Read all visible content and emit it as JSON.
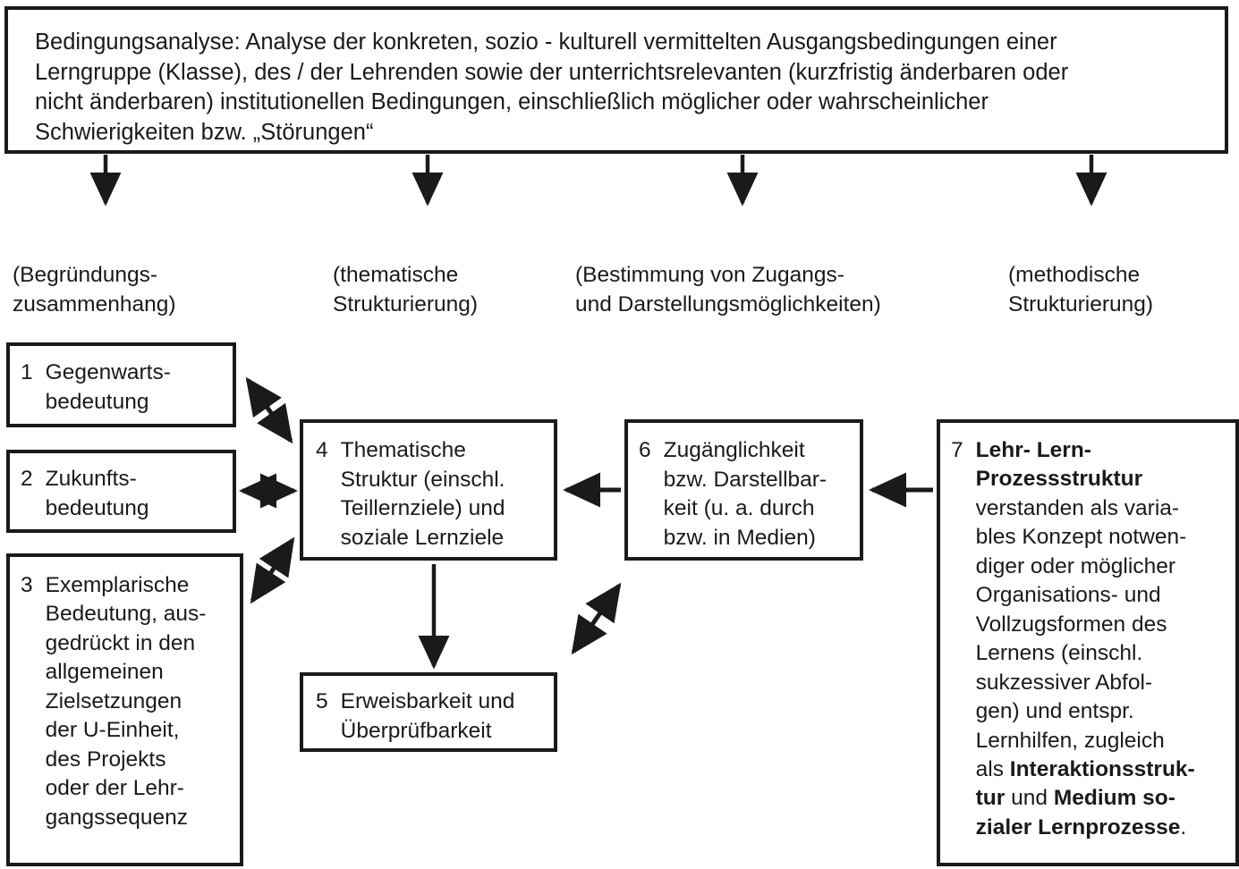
{
  "banner": {
    "text": "Bedingungsanalyse: Analyse der konkreten, sozio - kulturell vermittelten Ausgangsbedingungen einer\nLerngruppe (Klasse), des / der Lehrenden sowie der unterrichtsrelevanten (kurzfristig änderbaren oder\nnicht änderbaren) institutionellen Bedingungen, einschließlich möglicher oder wahrscheinlicher\nSchwierigkeiten bzw. „Störungen“"
  },
  "captions": [
    {
      "id": "cap1",
      "text": "(Begründungs-\nzusammenhang)"
    },
    {
      "id": "cap2",
      "text": "(thematische\nStrukturierung)"
    },
    {
      "id": "cap3",
      "text": "(Bestimmung von Zugangs-\nund Darstellungsmöglichkeiten)"
    },
    {
      "id": "cap4",
      "text": "(methodische\nStrukturierung)"
    }
  ],
  "boxes": {
    "b1": {
      "num": "1",
      "text": "Gegenwarts-\nbedeutung"
    },
    "b2": {
      "num": "2",
      "text": "Zukunfts-\nbedeutung"
    },
    "b3": {
      "num": "3",
      "text": "Exemplarische\nBedeutung, aus-\ngedrückt in den\nallgemeinen\nZielsetzungen\nder U-Einheit,\ndes Projekts\noder der Lehr-\ngangssequenz"
    },
    "b4": {
      "num": "4",
      "text": "Thematische\nStruktur (einschl.\nTeillernziele) und\nsoziale Lernziele"
    },
    "b5": {
      "num": "5",
      "text": "Erweisbarkeit und\nÜberprüfbarkeit"
    },
    "b6": {
      "num": "6",
      "text": "Zugänglichkeit\nbzw. Darstellbar-\nkeit (u. a. durch\nbzw. in Medien)"
    },
    "b7": {
      "num": "7",
      "bold_lead": "Lehr- Lern-\nProzessstruktur",
      "body_1": " verstanden als varia-\nbles Konzept notwen-\ndiger oder möglicher\nOrganisations- und\nVollzugsformen des\nLernens (einschl.\nsukzessiver Abfol-\ngen) und entspr.\nLernhilfen, zugleich\nals ",
      "bold_2": "Interaktionsstruk-\ntur",
      "body_2": " und ",
      "bold_3": "Medium so-\nzialer Lernprozesse",
      "body_3": "."
    }
  },
  "arrows": [
    {
      "name": "banner-to-col1",
      "kind": "down"
    },
    {
      "name": "banner-to-col2",
      "kind": "down"
    },
    {
      "name": "banner-to-col3",
      "kind": "down"
    },
    {
      "name": "banner-to-col4",
      "kind": "down"
    },
    {
      "name": "box1-box4",
      "kind": "double-diagonal"
    },
    {
      "name": "box2-box4",
      "kind": "double-horizontal"
    },
    {
      "name": "box3-box4",
      "kind": "double-diagonal"
    },
    {
      "name": "box4-to-box5",
      "kind": "down"
    },
    {
      "name": "box6-to-box4",
      "kind": "left"
    },
    {
      "name": "box5-box6",
      "kind": "double-diagonal"
    },
    {
      "name": "box7-to-box6",
      "kind": "left"
    }
  ],
  "colors": {
    "ink": "#1a1a1a",
    "paper": "#ffffff"
  }
}
